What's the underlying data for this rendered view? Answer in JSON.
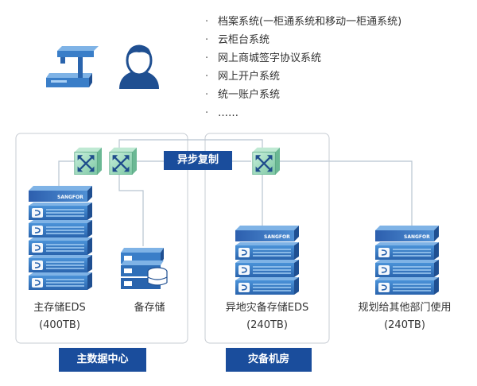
{
  "systems": [
    "档案系统(一柜通系统和移动一柜通系统)",
    "云柜台系统",
    "网上商城签字协议系统",
    "网上开户系统",
    "统一账户系统",
    "……"
  ],
  "bullet_glyph": "·",
  "sync_label": "异步复制",
  "zones": {
    "main": {
      "badge": "主数据中心"
    },
    "dr": {
      "badge": "灾备机房"
    }
  },
  "labels": {
    "main_storage": "主存储EDS",
    "main_capacity": "(400TB)",
    "backup_storage": "备存储",
    "dr_storage": "异地灾备存储EDS",
    "dr_capacity": "(240TB)",
    "dept_storage": "规划给其他部门使用",
    "dept_capacity": "(240TB)"
  },
  "server_brand": "SANGFOR",
  "colors": {
    "brand_blue": "#1a4d9c",
    "server_face": "#3a7ec8",
    "switch_green": "#8fd5b3",
    "line_gray": "#b8c4d0"
  }
}
